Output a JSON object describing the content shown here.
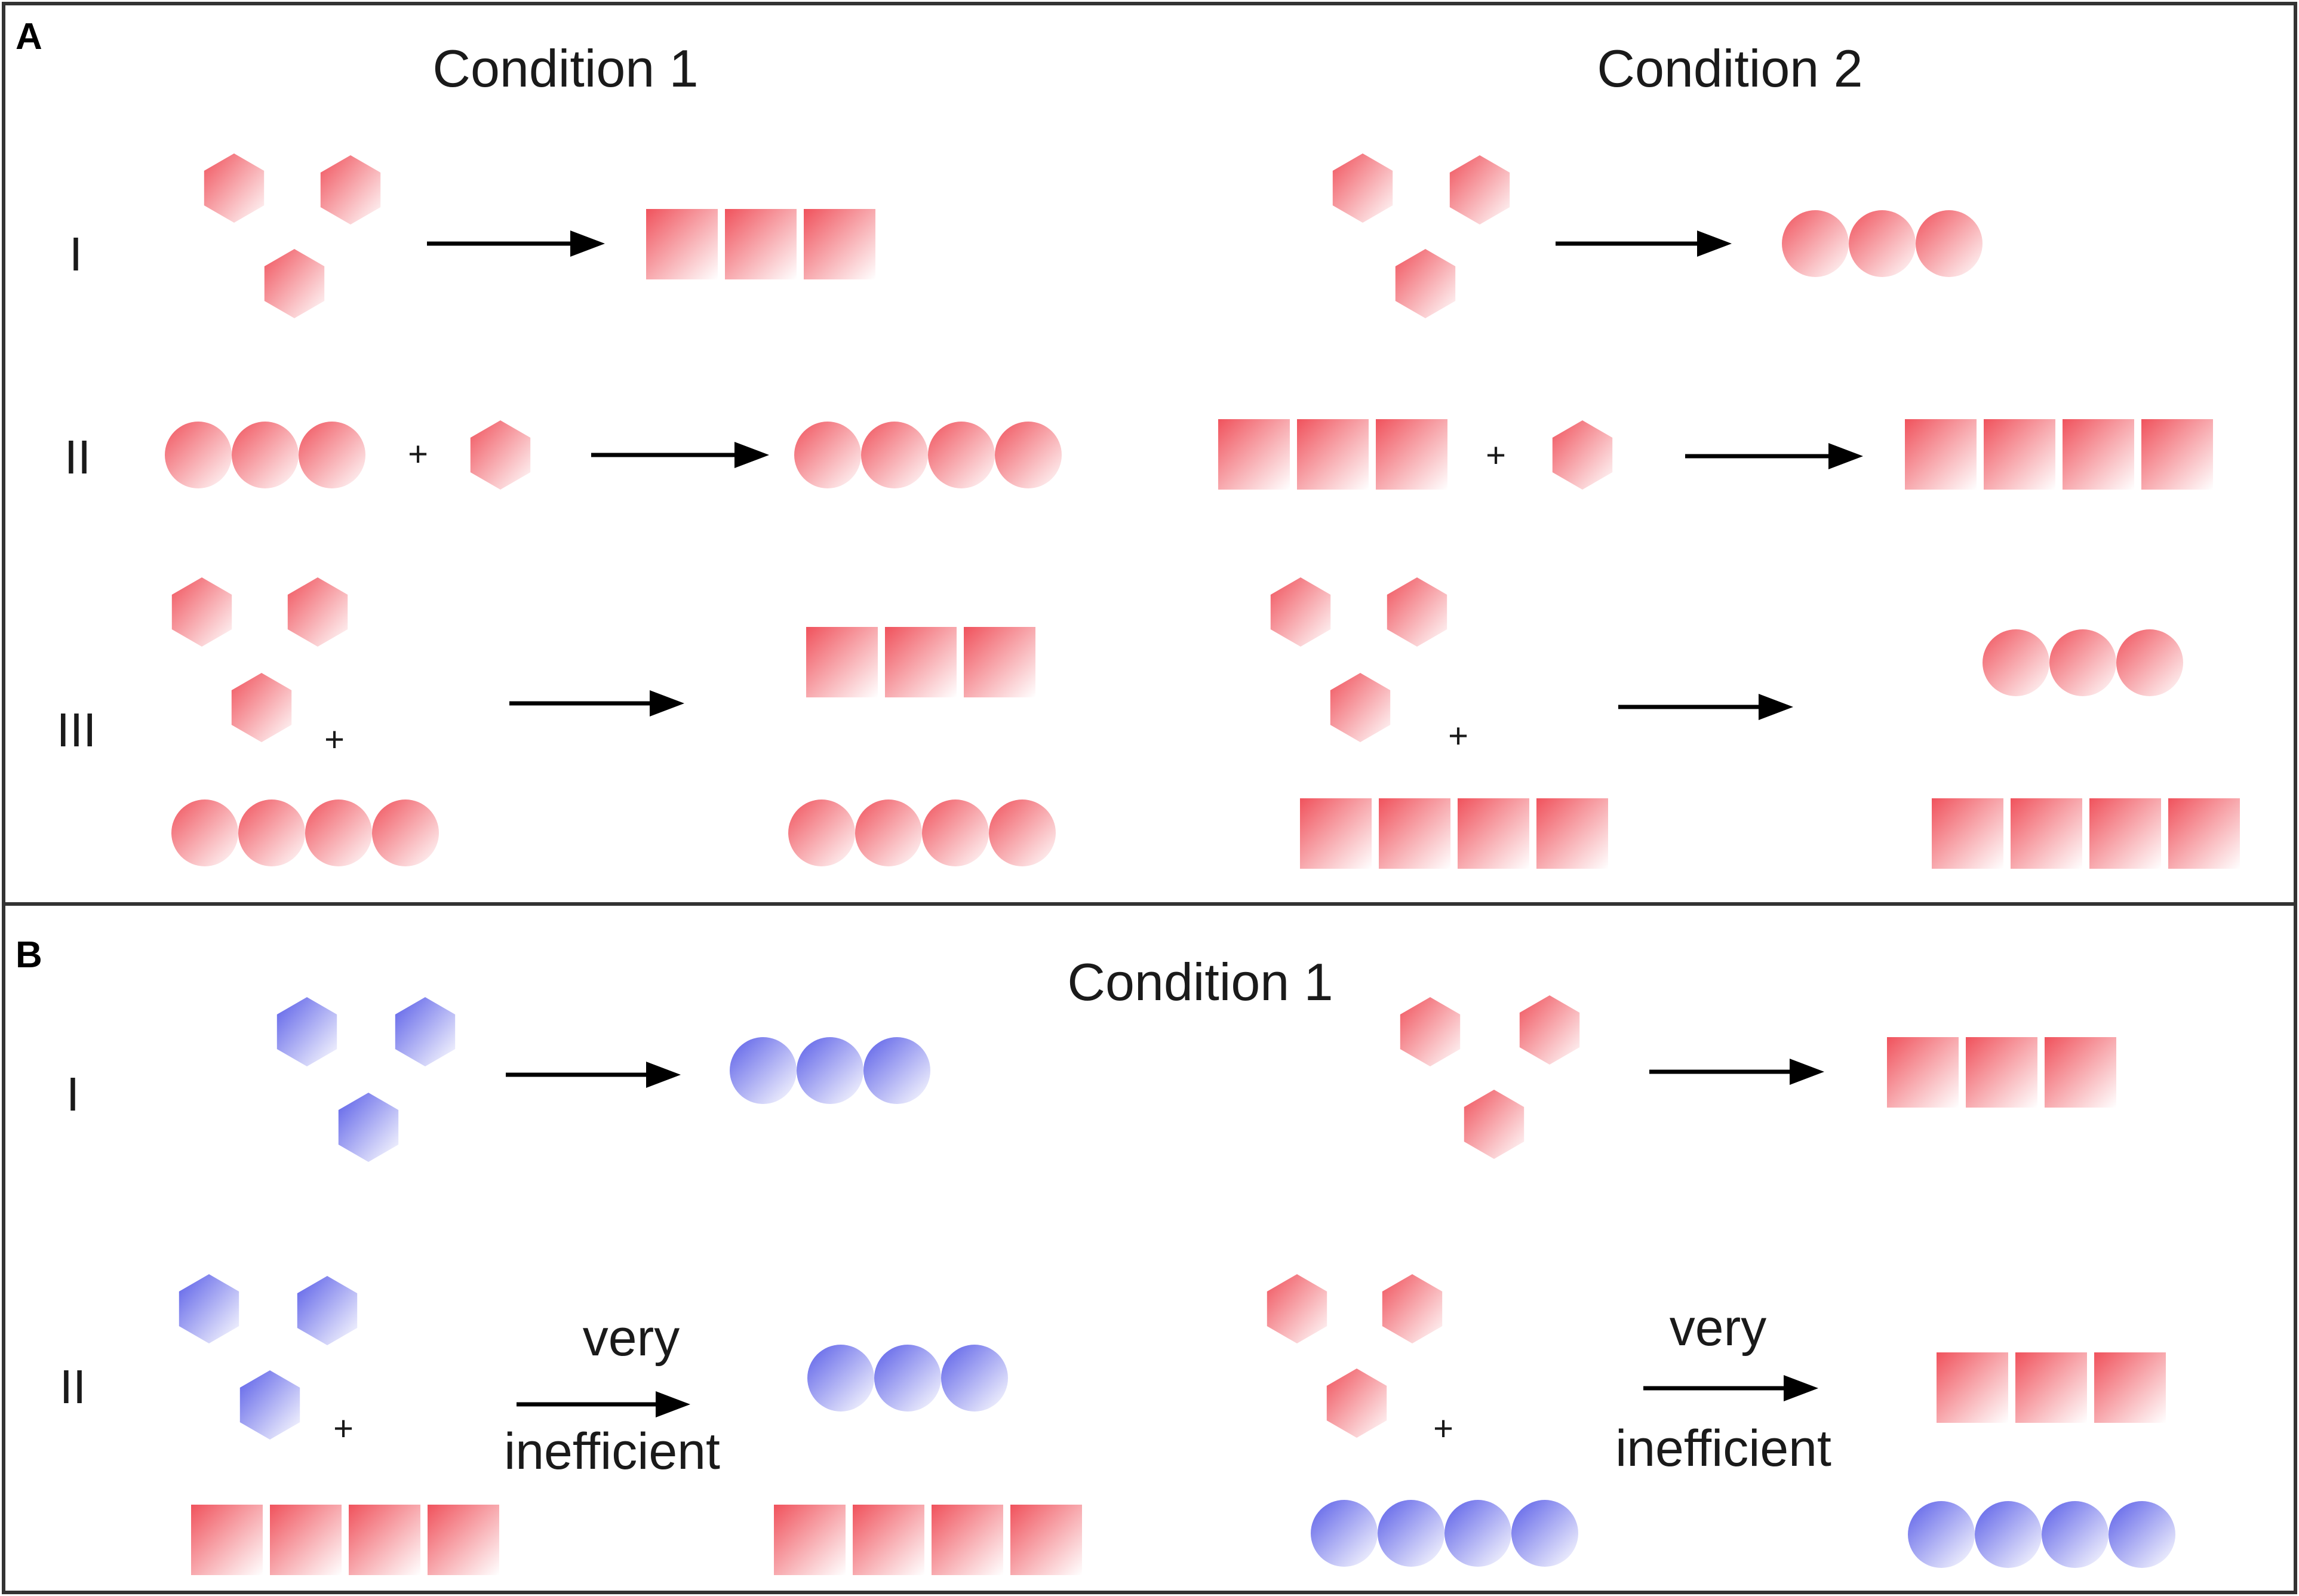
{
  "panel_a": {
    "label": "A",
    "condition_1": "Condition 1",
    "condition_2": "Condition 2",
    "row_1": "I",
    "row_2": "II",
    "row_3": "III"
  },
  "panel_b": {
    "label": "B",
    "condition": "Condition 1",
    "row_1": "I",
    "row_2": "II",
    "arrow_top": "very",
    "arrow_bottom": "inefficient"
  },
  "symbols": {
    "plus": "+"
  },
  "colors": {
    "red": "#f0525c",
    "blue": "#5a5ee8",
    "fade": "#ffffff",
    "frame": "#333333"
  }
}
